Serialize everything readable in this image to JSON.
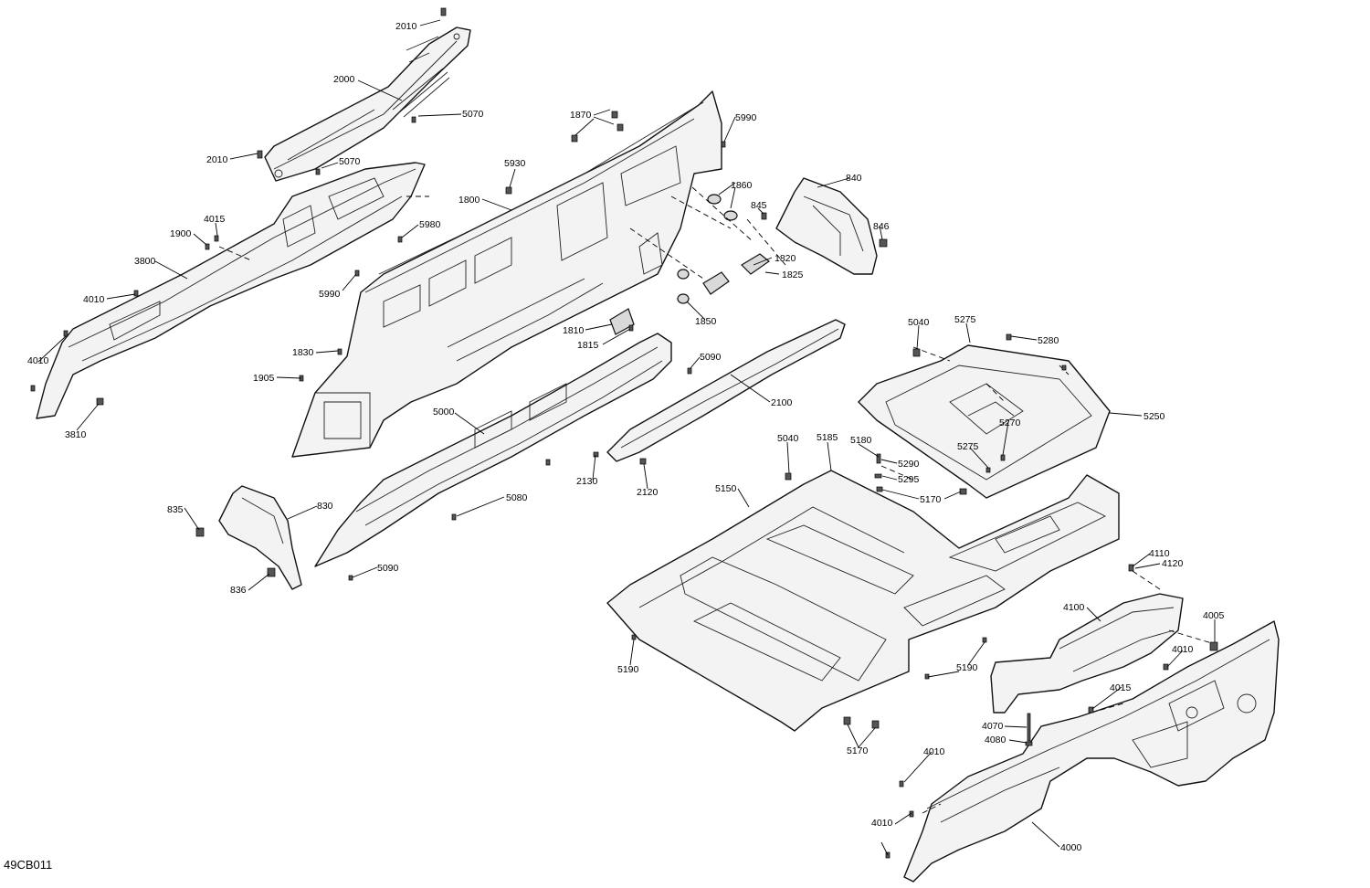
{
  "document_code": "49CB011",
  "callouts": [
    {
      "id": "c2010a",
      "text": "2010"
    },
    {
      "id": "c2000",
      "text": "2000"
    },
    {
      "id": "c5070a",
      "text": "5070"
    },
    {
      "id": "c2010b",
      "text": "2010"
    },
    {
      "id": "c5070b",
      "text": "5070"
    },
    {
      "id": "c1870",
      "text": "1870"
    },
    {
      "id": "c5990a",
      "text": "5990"
    },
    {
      "id": "c5930",
      "text": "5930"
    },
    {
      "id": "c1800",
      "text": "1800"
    },
    {
      "id": "c1860",
      "text": "1860"
    },
    {
      "id": "c840",
      "text": "840"
    },
    {
      "id": "c845",
      "text": "845"
    },
    {
      "id": "c846",
      "text": "846"
    },
    {
      "id": "c4015a",
      "text": "4015"
    },
    {
      "id": "c1900",
      "text": "1900"
    },
    {
      "id": "c5980",
      "text": "5980"
    },
    {
      "id": "c3800",
      "text": "3800"
    },
    {
      "id": "c1820",
      "text": "1820"
    },
    {
      "id": "c1825",
      "text": "1825"
    },
    {
      "id": "c5990b",
      "text": "5990"
    },
    {
      "id": "c4010a",
      "text": "4010"
    },
    {
      "id": "c1850",
      "text": "1850"
    },
    {
      "id": "c1810",
      "text": "1810"
    },
    {
      "id": "c1815",
      "text": "1815"
    },
    {
      "id": "c5040a",
      "text": "5040"
    },
    {
      "id": "c5275a",
      "text": "5275"
    },
    {
      "id": "c5280",
      "text": "5280"
    },
    {
      "id": "c1830",
      "text": "1830"
    },
    {
      "id": "c4010b",
      "text": "4010"
    },
    {
      "id": "c5090a",
      "text": "5090"
    },
    {
      "id": "c1905",
      "text": "1905"
    },
    {
      "id": "c2100",
      "text": "2100"
    },
    {
      "id": "c5250",
      "text": "5250"
    },
    {
      "id": "c5000",
      "text": "5000"
    },
    {
      "id": "c5270",
      "text": "5270"
    },
    {
      "id": "c3810",
      "text": "3810"
    },
    {
      "id": "c5040b",
      "text": "5040"
    },
    {
      "id": "c5185",
      "text": "5185"
    },
    {
      "id": "c5180",
      "text": "5180"
    },
    {
      "id": "c5275b",
      "text": "5275"
    },
    {
      "id": "c5290",
      "text": "5290"
    },
    {
      "id": "c2130",
      "text": "2130"
    },
    {
      "id": "c5295",
      "text": "5295"
    },
    {
      "id": "c2120",
      "text": "2120"
    },
    {
      "id": "c5150",
      "text": "5150"
    },
    {
      "id": "c5170a",
      "text": "5170"
    },
    {
      "id": "c5080",
      "text": "5080"
    },
    {
      "id": "c835",
      "text": "835"
    },
    {
      "id": "c830",
      "text": "830"
    },
    {
      "id": "c4110",
      "text": "4110"
    },
    {
      "id": "c4120",
      "text": "4120"
    },
    {
      "id": "c5090b",
      "text": "5090"
    },
    {
      "id": "c836",
      "text": "836"
    },
    {
      "id": "c4100",
      "text": "4100"
    },
    {
      "id": "c4005",
      "text": "4005"
    },
    {
      "id": "c4010c",
      "text": "4010"
    },
    {
      "id": "c5190a",
      "text": "5190"
    },
    {
      "id": "c5190b",
      "text": "5190"
    },
    {
      "id": "c4015b",
      "text": "4015"
    },
    {
      "id": "c4070",
      "text": "4070"
    },
    {
      "id": "c4080",
      "text": "4080"
    },
    {
      "id": "c4010d",
      "text": "4010"
    },
    {
      "id": "c5170b",
      "text": "5170"
    },
    {
      "id": "c4010e",
      "text": "4010"
    },
    {
      "id": "c4000",
      "text": "4000"
    }
  ]
}
